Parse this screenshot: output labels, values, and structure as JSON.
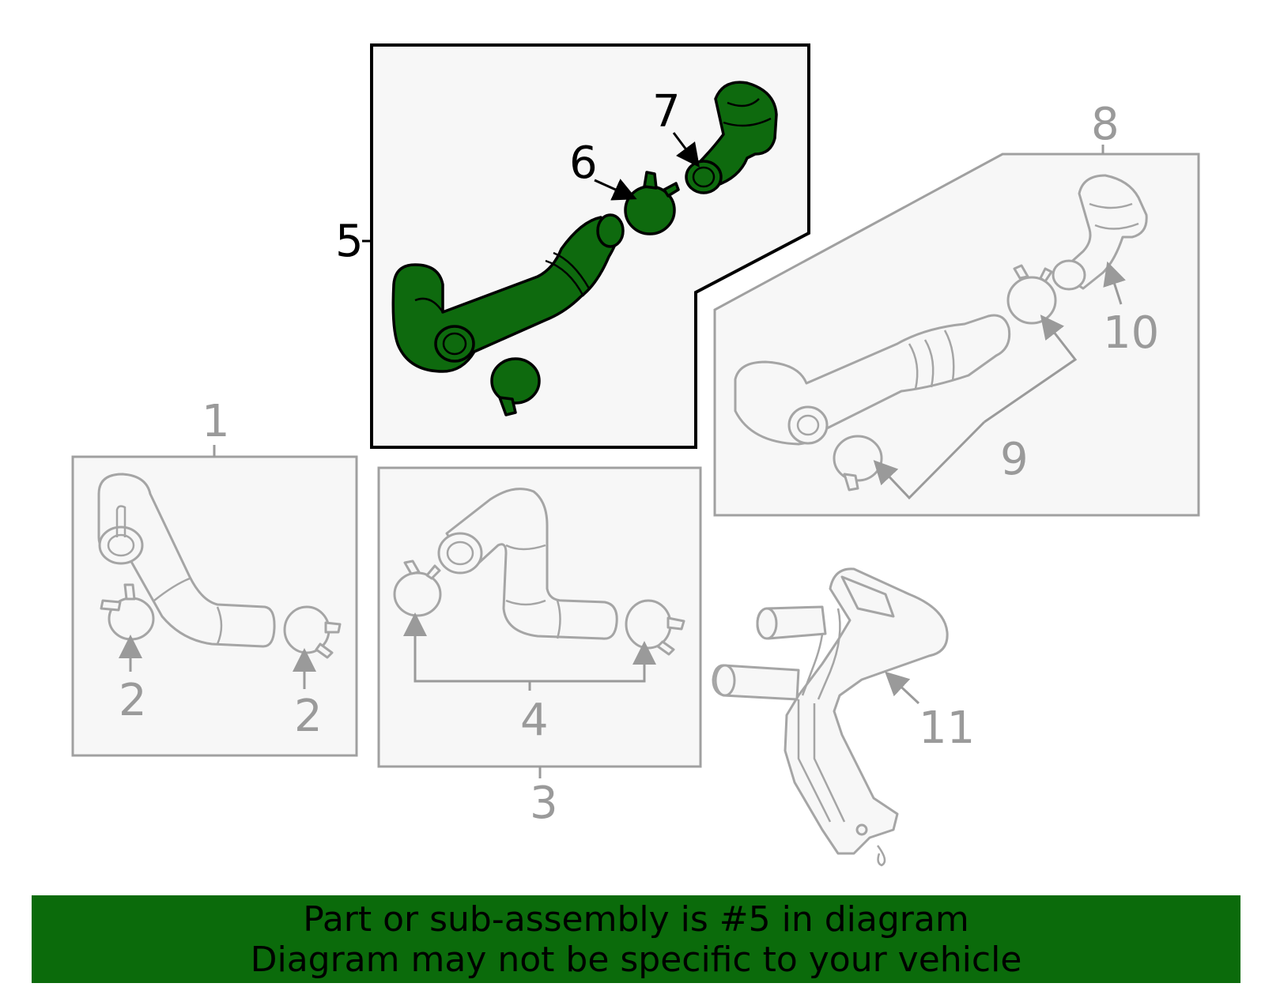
{
  "colors": {
    "highlight": "#0e6a0e",
    "banner_bg": "#0b6b0b",
    "muted_line": "#a0a0a0",
    "box_fill": "#f7f7f7"
  },
  "callouts": {
    "c1": "1",
    "c2a": "2",
    "c2b": "2",
    "c3": "3",
    "c4": "4",
    "c5": "5",
    "c6": "6",
    "c7": "7",
    "c8": "8",
    "c9": "9",
    "c10": "10",
    "c11": "11"
  },
  "highlighted_part": "5",
  "banner": {
    "line1": "Part or sub-assembly is #5 in diagram",
    "line2": "Diagram may not be specific to your vehicle"
  }
}
